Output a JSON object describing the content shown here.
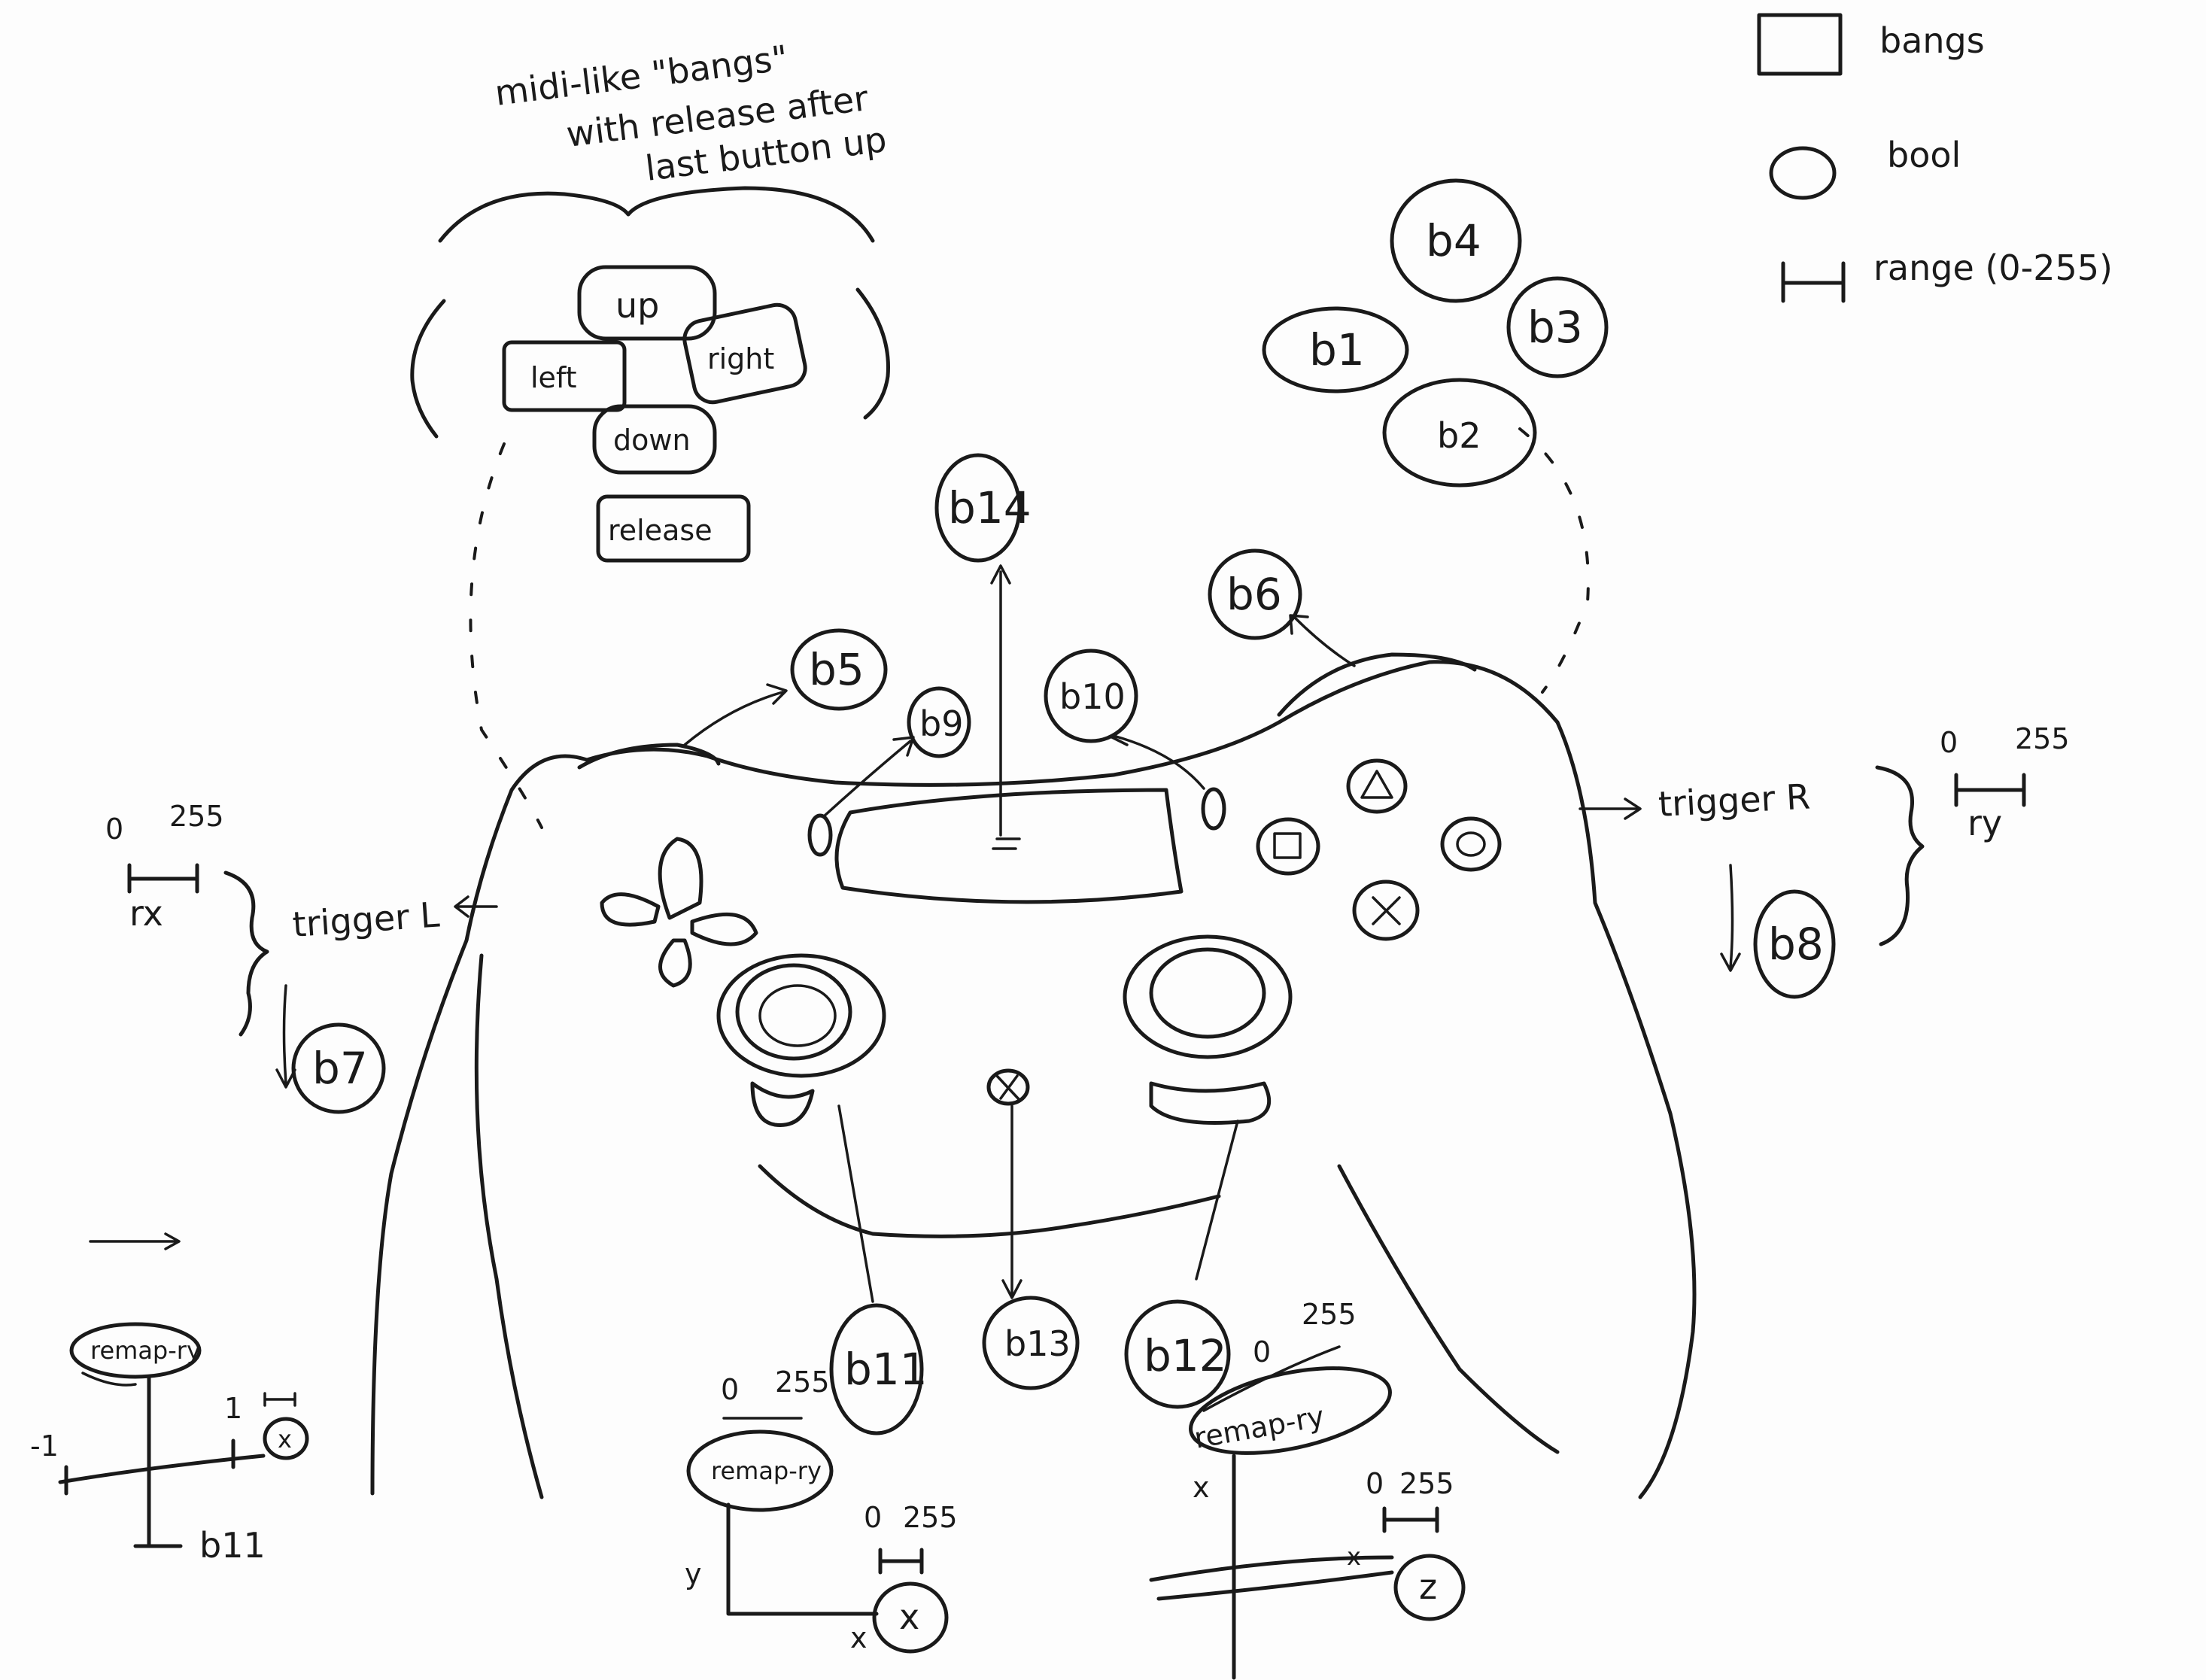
{
  "note": {
    "line1": "midi-like \"bangs\"",
    "line2": "with release after",
    "line3": "last button up"
  },
  "legend": {
    "bangs": "bangs",
    "bool": "bool",
    "range": "range (0-255)"
  },
  "dpad": {
    "up": "up",
    "left": "left",
    "right": "right",
    "down": "down",
    "release": "release"
  },
  "face_buttons": {
    "top": "b4",
    "left": "b1",
    "right": "b3",
    "bottom": "b2"
  },
  "buttons": {
    "b5": "b5",
    "b6": "b6",
    "b7": "b7",
    "b8": "b8",
    "b9": "b9",
    "b10": "b10",
    "b11": "b11",
    "b12": "b12",
    "b13": "b13",
    "b14": "b14"
  },
  "trigger_left": {
    "label": "trigger L",
    "range_min": "0",
    "range_max": "255",
    "axis": "rx"
  },
  "trigger_right": {
    "label": "trigger R",
    "range_min": "0",
    "range_max": "255",
    "axis": "ry"
  },
  "stick_left": {
    "remap_label": "remap-ry",
    "range_min": "0",
    "range_max": "255",
    "axis_x": "x",
    "axis_y": "y",
    "out": "x",
    "out_min": "0",
    "out_max": "255"
  },
  "stick_right": {
    "remap_label": "remap-ry",
    "range_min": "0",
    "range_max": "255",
    "axis_x": "x",
    "out_axis": "x",
    "out": "z",
    "out_min": "0",
    "out_max": "255"
  },
  "corner_example": {
    "remap_label": "remap-ry",
    "neg": "-1",
    "pos": "1",
    "out": "x",
    "bottom_label": "b11"
  }
}
